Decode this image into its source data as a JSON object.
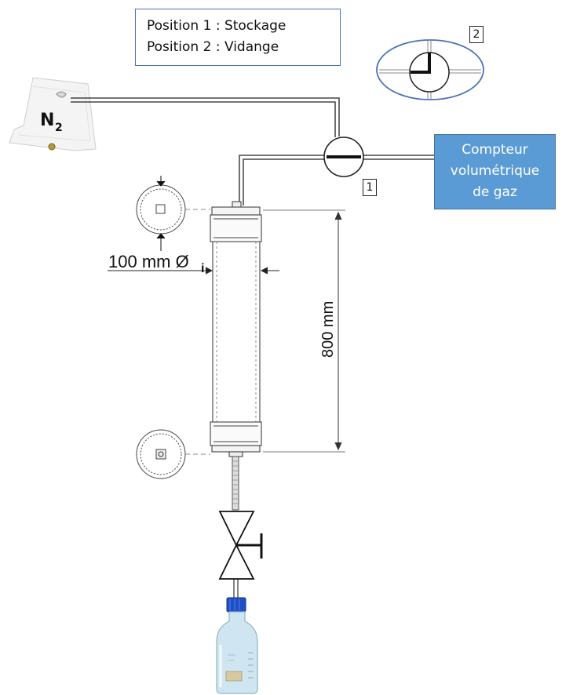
{
  "legend": {
    "line1": "Position 1 : Stockage",
    "line2": "Position 2 : Vidange"
  },
  "gas_bag": {
    "label_main": "N",
    "label_sub": "2"
  },
  "meter": {
    "line1": "Compteur",
    "line2": "volumétrique",
    "line3": "de gaz",
    "color": "#5b9bd5"
  },
  "valve_positions": {
    "pos1": "1",
    "pos2": "2"
  },
  "dimensions": {
    "diameter_value": "100 mm Ø",
    "diameter_sub": "i",
    "length": "800 mm"
  },
  "colors": {
    "ellipse_outline": "#4a72b8",
    "line": "#222222",
    "bottle_cap": "#1f4fc8",
    "bottle_glass": "#cfe6f2"
  }
}
